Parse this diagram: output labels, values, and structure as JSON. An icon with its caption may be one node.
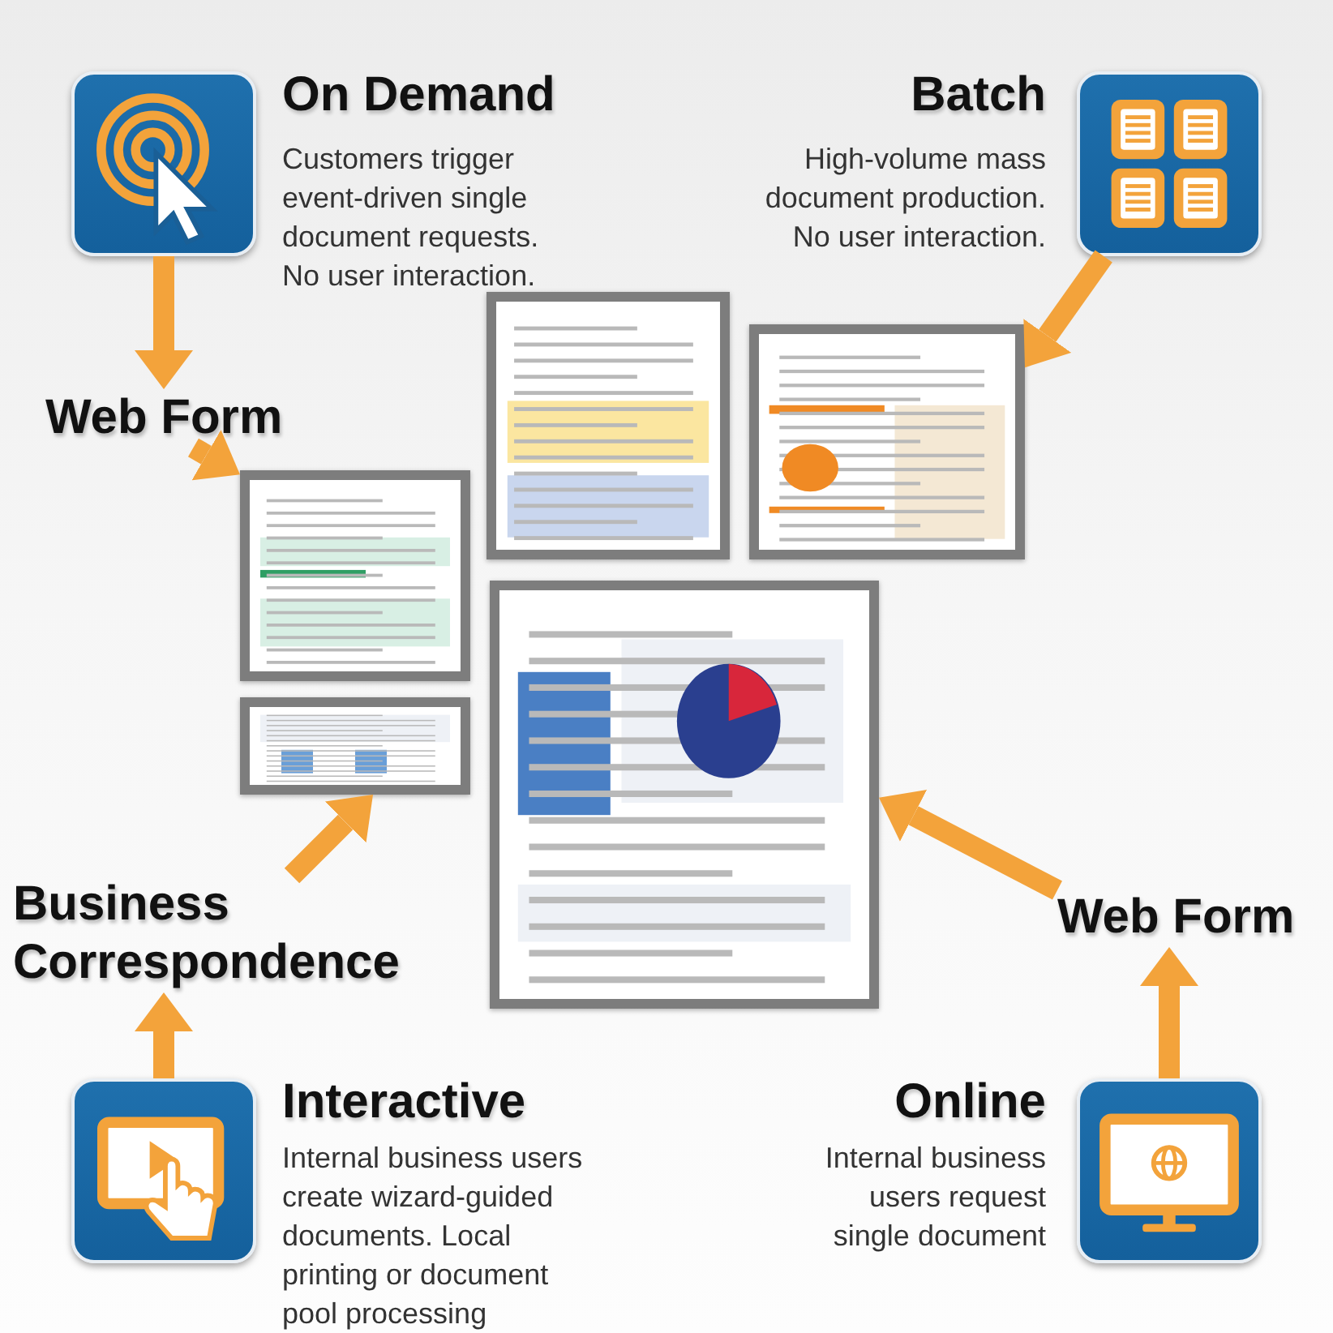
{
  "diagram": {
    "nodes": [
      {
        "text": [],
        "shape": "picture",
        "beside": [
          "On Demand"
        ]
      },
      {
        "text": [],
        "shape": "picture",
        "beside": [
          "Batch"
        ]
      },
      {
        "text": [
          "Web Form"
        ]
      },
      {
        "text": [],
        "shape": "picture"
      },
      {
        "text": [],
        "shape": "picture"
      },
      {
        "text": [],
        "shape": "picture"
      },
      {
        "text": [],
        "shape": "picture"
      },
      {
        "text": [],
        "shape": "picture"
      },
      {
        "text": [
          "Business Correspondence"
        ]
      },
      {
        "text": [
          "Web Form"
        ]
      },
      {
        "text": [],
        "shape": "picture",
        "beside": [
          "Interactive"
        ]
      },
      {
        "text": [],
        "shape": "picture",
        "beside": [
          "Online"
        ]
      }
    ],
    "edges": [
      {
        "from": 0,
        "to": 2,
        "arrow": "to"
      },
      {
        "from": 2,
        "to": 5,
        "arrow": "to"
      },
      {
        "from": 1,
        "to": 4,
        "arrow": "to"
      },
      {
        "from": 8,
        "to": 7,
        "arrow": "to"
      },
      {
        "from": 9,
        "to": 6,
        "arrow": "to"
      },
      {
        "from": 10,
        "to": 8,
        "arrow": "to"
      },
      {
        "from": 11,
        "to": 9,
        "arrow": "to"
      }
    ],
    "labels": [
      "Customers trigger event-driven single document requests. No user interaction.",
      "High-volume mass document production. No user interaction.",
      "Internal business users create wizard-guided documents. Local printing or document pool processing",
      "Internal business users request single document"
    ]
  }
}
